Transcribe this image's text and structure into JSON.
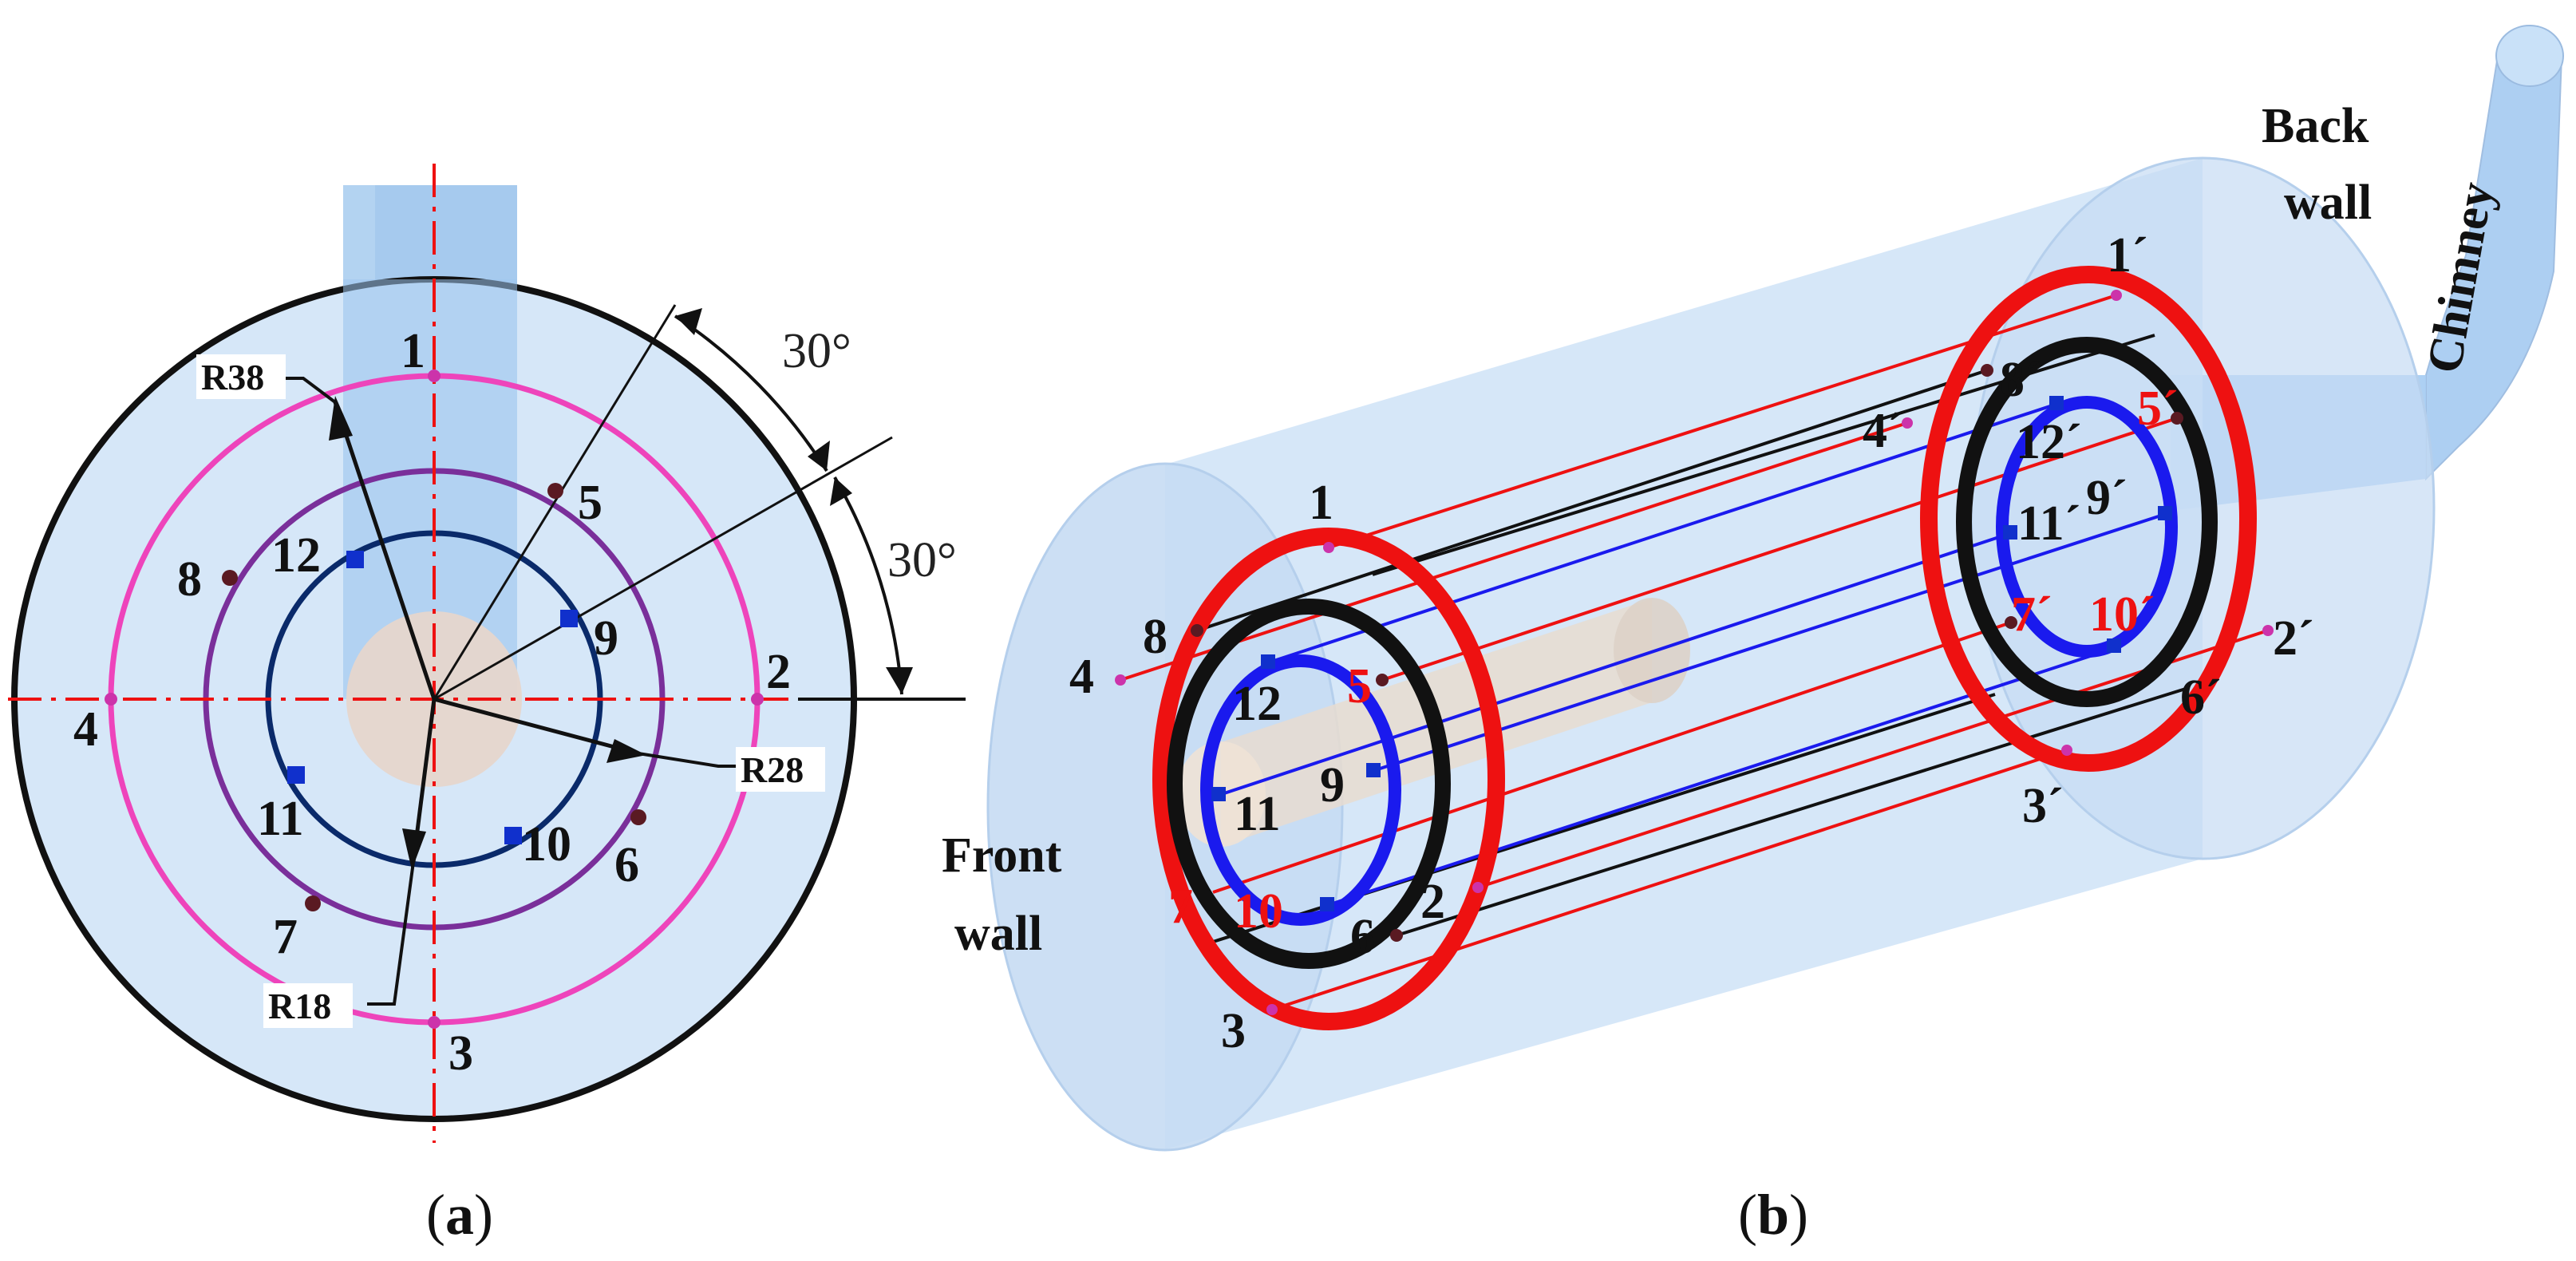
{
  "panel_a": {
    "caption": {
      "open": "(",
      "letter": "a",
      "close": ")"
    },
    "radius_labels": {
      "outer": "R38",
      "middle": "R28",
      "inner": "R18"
    },
    "angle_labels": {
      "upper": "30°",
      "lower": "30°"
    },
    "points": [
      {
        "id": "1",
        "label": "1"
      },
      {
        "id": "2",
        "label": "2"
      },
      {
        "id": "3",
        "label": "3"
      },
      {
        "id": "4",
        "label": "4"
      },
      {
        "id": "5",
        "label": "5"
      },
      {
        "id": "6",
        "label": "6"
      },
      {
        "id": "7",
        "label": "7"
      },
      {
        "id": "8",
        "label": "8"
      },
      {
        "id": "9",
        "label": "9"
      },
      {
        "id": "10",
        "label": "10"
      },
      {
        "id": "11",
        "label": "11"
      },
      {
        "id": "12",
        "label": "12"
      }
    ]
  },
  "panel_b": {
    "caption": {
      "open": "(",
      "letter": "b",
      "close": ")"
    },
    "labels": {
      "front_wall_1": "Front",
      "front_wall_2": "wall",
      "back_wall_1": "Back",
      "back_wall_2": "wall",
      "chimney": "Chimney"
    },
    "front_points": [
      "1",
      "2",
      "3",
      "4",
      "5",
      "6",
      "7",
      "8",
      "9",
      "10",
      "11",
      "12"
    ],
    "back_points": [
      "1´",
      "2´",
      "3´",
      "4´",
      "5´",
      "6´",
      "7´",
      "8´",
      "9´",
      "10´",
      "11´",
      "12´"
    ]
  },
  "colors": {
    "chamber_fill": "#cfe3f7",
    "pink_ring": "#ee44bb",
    "purple_ring": "#7a2f9a",
    "navy_ring": "#0a2a6a",
    "red_ring": "#ee1111",
    "black_ring": "#111111",
    "blue_ring": "#1a1aee",
    "centerline": "#ee1111"
  }
}
